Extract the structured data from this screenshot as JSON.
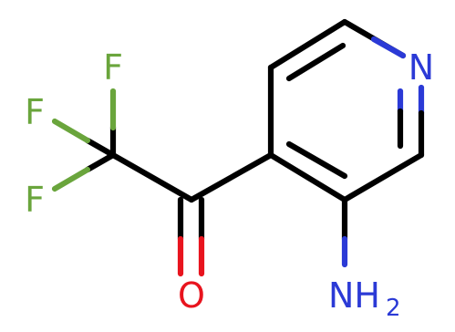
{
  "molecule": {
    "atoms": {
      "f_top": {
        "symbol": "F",
        "color": "#6aa53c"
      },
      "f_mid": {
        "symbol": "F",
        "color": "#6aa53c"
      },
      "f_bot": {
        "symbol": "F",
        "color": "#6aa53c"
      },
      "n_ring": {
        "symbol": "N",
        "color": "#2b3ad6"
      },
      "o_carbonyl": {
        "symbol": "O",
        "color": "#e8141e"
      },
      "n_amino": {
        "symbol": "NH",
        "subscript": "2",
        "color": "#2b3ad6"
      }
    },
    "bond_color": "#000000"
  }
}
